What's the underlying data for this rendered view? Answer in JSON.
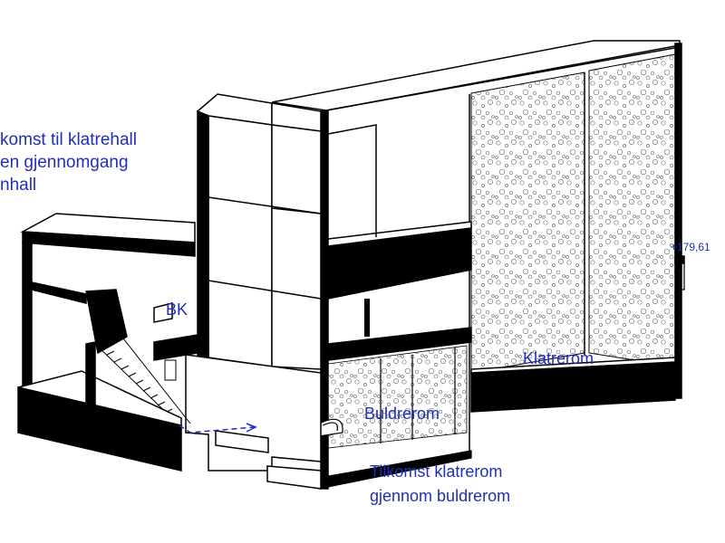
{
  "labels": {
    "access_note": {
      "line1": "komst til klatrehall",
      "line2": "en gjennomgang",
      "line3": "nhall"
    },
    "bk": "BK",
    "elevation": "+179,61",
    "climbing_room": "Klatrerom",
    "boulder_room": "Buldrerom",
    "access_route": {
      "line1": "Tilkomst klatrerom",
      "line2": "gjennom buldrerom"
    }
  },
  "colors": {
    "line": "#000000",
    "wall_fill": "#000000",
    "label": "#1f2fb8",
    "hold_stroke": "#777777"
  }
}
